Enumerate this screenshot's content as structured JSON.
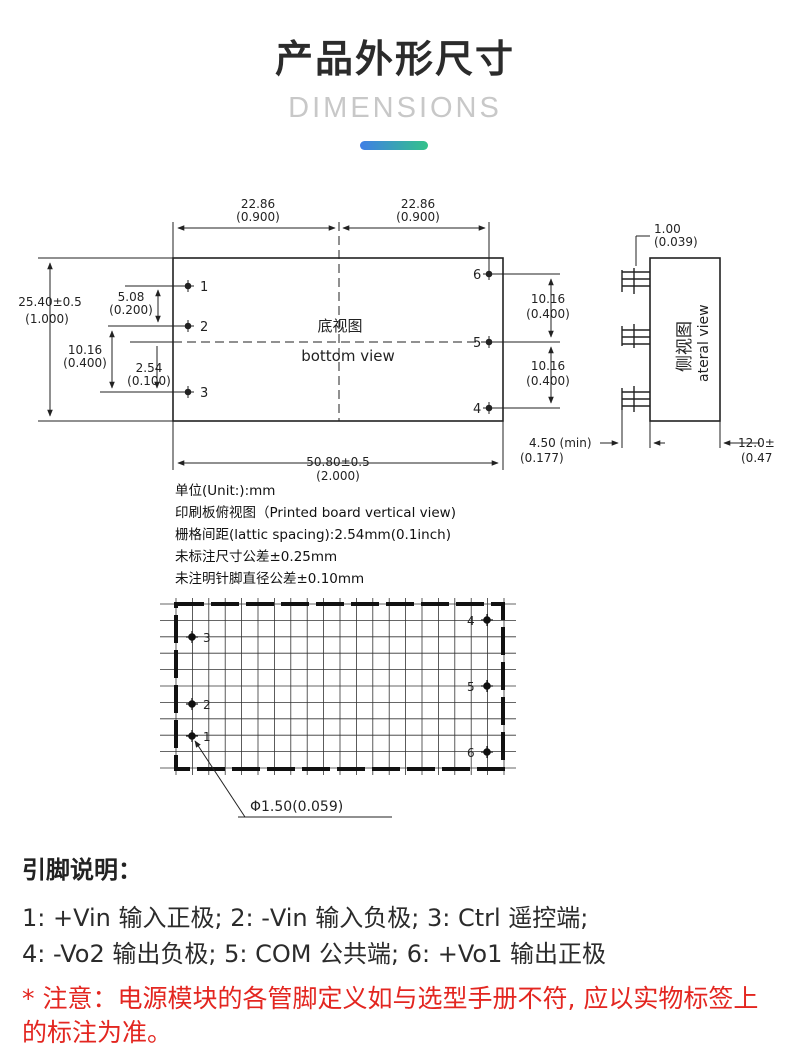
{
  "header": {
    "title": "产品外形尺寸",
    "subtitle": "DIMENSIONS"
  },
  "bottom_view": {
    "top_dim_left": "22.86",
    "top_dim_left_inch": "(0.900)",
    "top_dim_right": "22.86",
    "top_dim_right_inch": "(0.900)",
    "height_dim": "25.40±0.5",
    "height_dim_inch": "(1.000)",
    "d508": "5.08",
    "d508_inch": "(0.200)",
    "d1016": "10.16",
    "d1016_inch": "(0.400)",
    "d254": "2.54",
    "d254_inch": "(0.100)",
    "right_d1": "10.16",
    "right_d1_inch": "(0.400)",
    "right_d2": "10.16",
    "right_d2_inch": "(0.400)",
    "width_dim": "50.80±0.5",
    "width_dim_inch": "(2.000)",
    "label_cn": "底视图",
    "label_en": "bottom view",
    "pins": [
      "1",
      "2",
      "3",
      "4",
      "5",
      "6"
    ]
  },
  "side_view": {
    "pin_dim": "1.00",
    "pin_dim_inch": "(0.039)",
    "label_cn": "侧视图",
    "label_en": "ateral view",
    "pin_len": "4.50 (min)",
    "pin_len_inch": "(0.177)",
    "thickness": "12.0±",
    "thickness_inch": "(0.47"
  },
  "notes": [
    "单位(Unit:):mm",
    "印刷板俯视图（Printed board vertical view)",
    "栅格间距(lattic spacing):2.54mm(0.1inch)",
    "未标注尺寸公差±0.25mm",
    "未注明针脚直径公差±0.10mm"
  ],
  "grid_view": {
    "pins_left": [
      "3",
      "2",
      "1"
    ],
    "pins_right": [
      "4",
      "5",
      "6"
    ],
    "hole_dim": "Φ1.50(0.059)"
  },
  "pin_description": {
    "heading": "引脚说明：",
    "line1": "1: +Vin 输入正极; 2: -Vin 输入负极; 3: Ctrl 遥控端;",
    "line2": "4: -Vo2 输出负极; 5: COM 公共端; 6: +Vo1 输出正极"
  },
  "warning": "* 注意：电源模块的各管脚定义如与选型手册不符, 应以实物标签上的标注为准。",
  "colors": {
    "accent_start": "#3f7fe6",
    "accent_end": "#34c28a",
    "warning": "#e32620",
    "subtitle": "#c8c8c8"
  }
}
